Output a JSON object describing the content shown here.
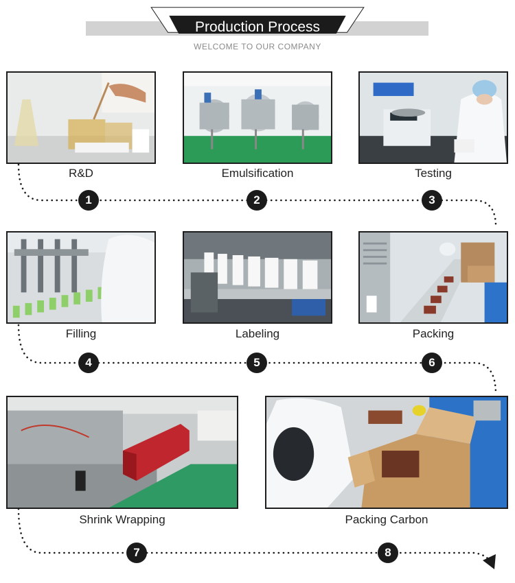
{
  "header": {
    "title": "Production Process",
    "subtitle": "WELCOME TO OUR COMPANY"
  },
  "steps": [
    {
      "number": "1",
      "label": "R&D"
    },
    {
      "number": "2",
      "label": "Emulsification"
    },
    {
      "number": "3",
      "label": "Testing"
    },
    {
      "number": "4",
      "label": "Filling"
    },
    {
      "number": "5",
      "label": "Labeling"
    },
    {
      "number": "6",
      "label": "Packing"
    },
    {
      "number": "7",
      "label": "Shrink Wrapping"
    },
    {
      "number": "8",
      "label": "Packing Carbon"
    }
  ],
  "colors": {
    "title_banner": "#1b1b1b",
    "gray_band": "#d2d2d2",
    "step_circle": "#1b1b1b"
  }
}
